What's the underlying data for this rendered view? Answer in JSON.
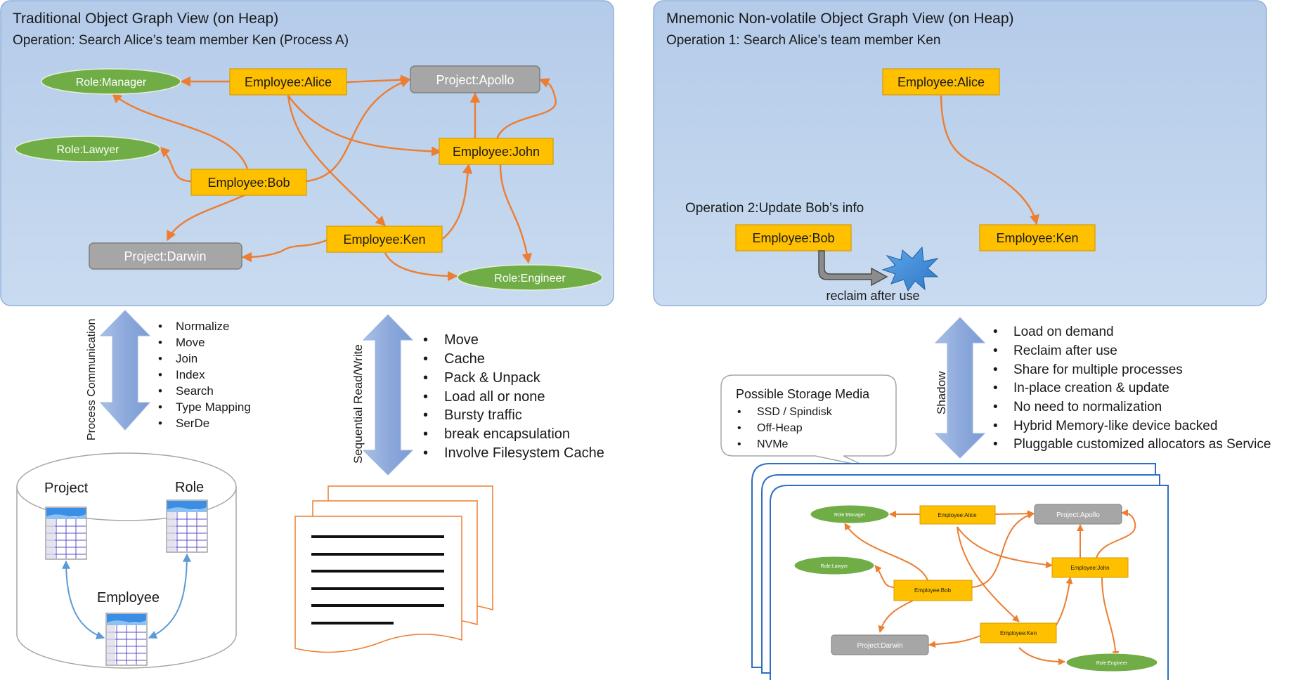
{
  "left_panel": {
    "title": "Traditional Object Graph View (on Heap)",
    "subtitle": "Operation: Search Alice’s team member Ken (Process A)",
    "nodes": {
      "manager": "Role:Manager",
      "alice": "Employee:Alice",
      "apollo": "Project:Apollo",
      "lawyer": "Role:Lawyer",
      "john": "Employee:John",
      "bob": "Employee:Bob",
      "ken": "Employee:Ken",
      "darwin": "Project:Darwin",
      "engineer": "Role:Engineer"
    }
  },
  "right_panel": {
    "title": "Mnemonic Non-volatile Object Graph View (on Heap)",
    "subtitle": "Operation 1: Search Alice’s team member Ken",
    "alice": "Employee:Alice",
    "op2_label": "Operation 2:Update Bob’s info",
    "bob": "Employee:Bob",
    "ken": "Employee:Ken",
    "reclaim_label": "reclaim after use"
  },
  "process_comm": {
    "label": "Process Communication",
    "items": [
      "Normalize",
      "Move",
      "Join",
      "Index",
      "Search",
      "Type Mapping",
      "SerDe"
    ]
  },
  "database": {
    "project": "Project",
    "role": "Role",
    "employee": "Employee"
  },
  "seq_rw": {
    "label": "Sequential Read/Write",
    "items": [
      "Move",
      "Cache",
      "Pack & Unpack",
      "Load all or none",
      "Bursty traffic",
      "break encapsulation",
      "Involve Filesystem Cache"
    ]
  },
  "shadow": {
    "label": "Shadow",
    "items": [
      "Load on demand",
      "Reclaim after use",
      "Share for multiple processes",
      "In-place creation & update",
      "No need to normalization",
      "Hybrid Memory-like device backed",
      "Pluggable customized allocators as Service"
    ]
  },
  "storage": {
    "title": "Possible Storage Media",
    "items": [
      "SSD / Spindisk",
      "Off-Heap",
      "NVMe"
    ]
  },
  "mini_graph": {
    "manager": "Role:Manager",
    "alice": "Employee:Alice",
    "apollo": "Project:Apollo",
    "lawyer": "Role:Lawyer",
    "john": "Employee:John",
    "bob": "Employee:Bob",
    "ken": "Employee:Ken",
    "darwin": "Project:Darwin",
    "engineer": "Role:Engineer"
  },
  "colors": {
    "panel_fill": "#bcd3ec",
    "employee_fill": "#ffc000",
    "role_fill": "#70ad47",
    "project_fill": "#a6a6a6",
    "edge": "#ed7d31",
    "arrow_fill": "#8ea9db"
  }
}
